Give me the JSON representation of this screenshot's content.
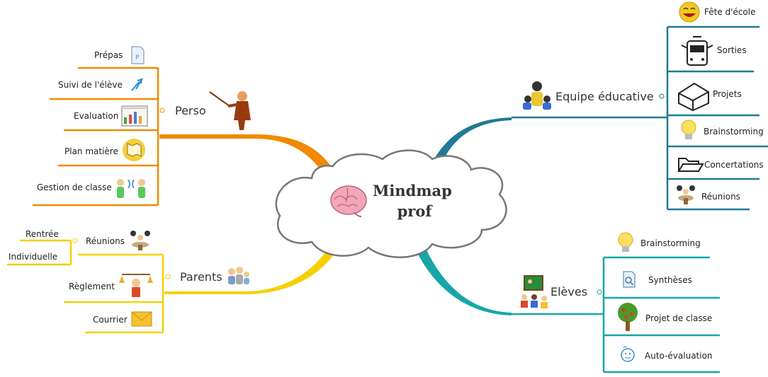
{
  "center": {
    "line1": "Mindmap",
    "line2": "prof",
    "icon": "brain-icon"
  },
  "colors": {
    "perso": "#f08a00",
    "parents": "#f5d000",
    "equipe": "#1f7a93",
    "eleves": "#17a6a6"
  },
  "branches": {
    "perso": {
      "label": "Perso",
      "icon": "teacher-pointer-icon",
      "items": [
        {
          "label": "Prépas",
          "icon": "document-icon"
        },
        {
          "label": "Suivi de l'élève",
          "icon": "arrow-icon"
        },
        {
          "label": "Evaluation",
          "icon": "chart-board-icon"
        },
        {
          "label": "Plan matière",
          "icon": "map-icon"
        },
        {
          "label": "Gestion de classe",
          "icon": "people-exchange-icon"
        }
      ]
    },
    "parents": {
      "label": "Parents",
      "icon": "family-icon",
      "reunions": {
        "label": "Réunions",
        "icon": "meeting-icon",
        "children": [
          "Rentrée",
          "Individuelle"
        ]
      },
      "items": [
        {
          "label": "Règlement",
          "icon": "justice-scale-icon"
        },
        {
          "label": "Courrier",
          "icon": "envelope-icon"
        }
      ]
    },
    "equipe": {
      "label": "Equipe éducative",
      "icon": "team-icon",
      "items": [
        {
          "label": "Fête d'école",
          "icon": "smiley-icon"
        },
        {
          "label": "Sorties",
          "icon": "bus-icon"
        },
        {
          "label": "Projets",
          "icon": "box-icon"
        },
        {
          "label": "Brainstorming",
          "icon": "lightbulb-icon"
        },
        {
          "label": "Concertations",
          "icon": "folder-icon"
        },
        {
          "label": "Réunions",
          "icon": "meeting-icon"
        }
      ]
    },
    "eleves": {
      "label": "Elèves",
      "icon": "students-board-icon",
      "items": [
        {
          "label": "Brainstorming",
          "icon": "lightbulb-icon"
        },
        {
          "label": "Synthèses",
          "icon": "search-doc-icon"
        },
        {
          "label": "Projet de classe",
          "icon": "tree-icon"
        },
        {
          "label": "Auto-évaluation",
          "icon": "self-eval-icon"
        }
      ]
    }
  }
}
